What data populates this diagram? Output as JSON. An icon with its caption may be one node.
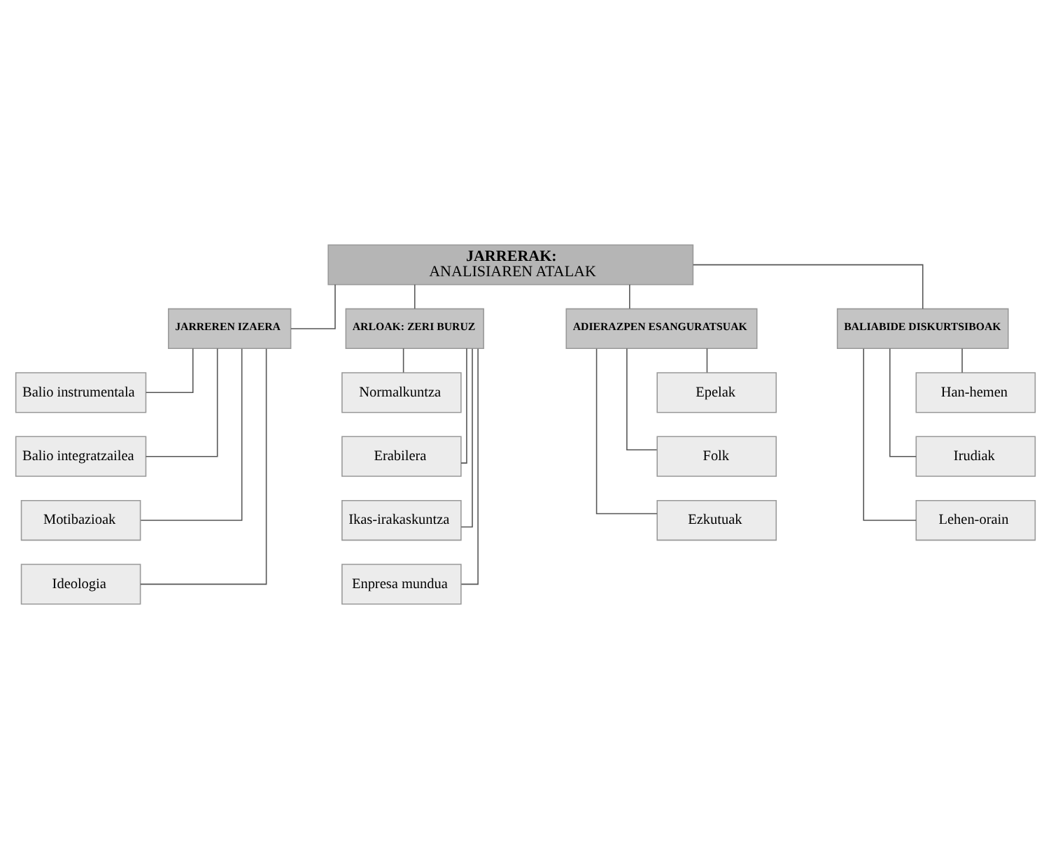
{
  "diagram": {
    "nodes": [
      {
        "text": [
          "JARRERAK:",
          "ANALISIAREN ATALAK"
        ]
      },
      {
        "text": [
          "JARREREN IZAERA"
        ]
      },
      {
        "text": [
          "ARLOAK: ZERI BURUZ"
        ]
      },
      {
        "text": [
          "ADIERAZPEN ESANGURATSUAK"
        ]
      },
      {
        "text": [
          "BALIABIDE DISKURTSIBOAK"
        ]
      },
      {
        "text": [
          "Balio instrumentala"
        ]
      },
      {
        "text": [
          "Balio integratzailea"
        ]
      },
      {
        "text": [
          "Motibazioak"
        ]
      },
      {
        "text": [
          "Ideologia"
        ]
      },
      {
        "text": [
          "Normalkuntza"
        ]
      },
      {
        "text": [
          "Erabilera"
        ]
      },
      {
        "text": [
          "Ikas-irakaskuntza"
        ]
      },
      {
        "text": [
          "Enpresa mundua"
        ]
      },
      {
        "text": [
          "Epelak"
        ]
      },
      {
        "text": [
          "Folk"
        ]
      },
      {
        "text": [
          "Ezkutuak"
        ]
      },
      {
        "text": [
          "Han-hemen"
        ]
      },
      {
        "text": [
          "Irudiak"
        ]
      },
      {
        "text": [
          "Lehen-orain"
        ]
      }
    ],
    "edges": [
      {
        "from": 0,
        "to": 1,
        "arrow": "none"
      },
      {
        "from": 0,
        "to": 2,
        "arrow": "none"
      },
      {
        "from": 0,
        "to": 3,
        "arrow": "none"
      },
      {
        "from": 0,
        "to": 4,
        "arrow": "none"
      },
      {
        "from": 1,
        "to": 5,
        "arrow": "none"
      },
      {
        "from": 1,
        "to": 6,
        "arrow": "none"
      },
      {
        "from": 1,
        "to": 7,
        "arrow": "none"
      },
      {
        "from": 1,
        "to": 8,
        "arrow": "none"
      },
      {
        "from": 2,
        "to": 9,
        "arrow": "none"
      },
      {
        "from": 2,
        "to": 10,
        "arrow": "none"
      },
      {
        "from": 2,
        "to": 11,
        "arrow": "none"
      },
      {
        "from": 2,
        "to": 12,
        "arrow": "none"
      },
      {
        "from": 3,
        "to": 13,
        "arrow": "none"
      },
      {
        "from": 3,
        "to": 14,
        "arrow": "none"
      },
      {
        "from": 3,
        "to": 15,
        "arrow": "none"
      },
      {
        "from": 4,
        "to": 16,
        "arrow": "none"
      },
      {
        "from": 4,
        "to": 17,
        "arrow": "none"
      },
      {
        "from": 4,
        "to": 18,
        "arrow": "none"
      }
    ]
  }
}
